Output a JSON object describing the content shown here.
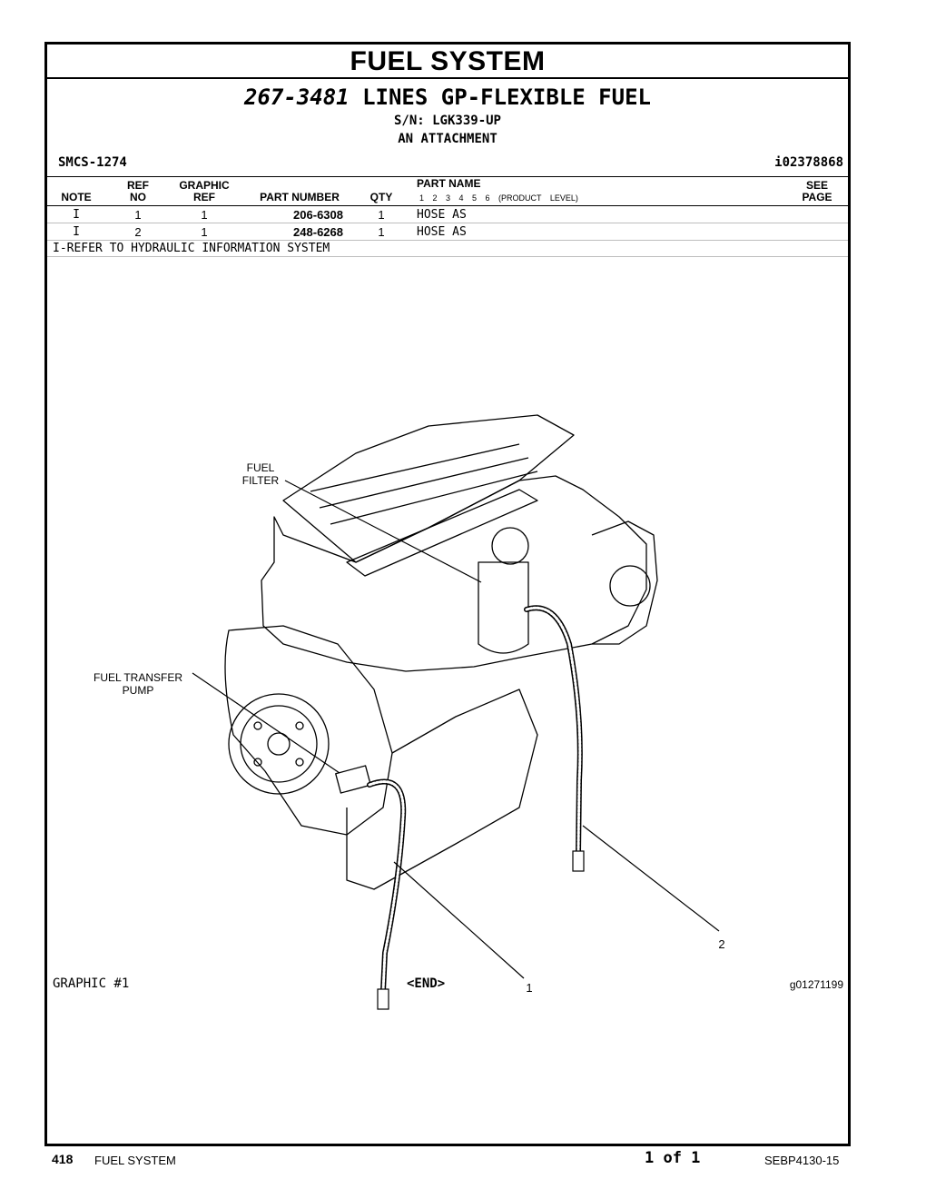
{
  "header": {
    "title": "FUEL SYSTEM",
    "group_number": "267-3481",
    "group_name": "LINES GP-FLEXIBLE FUEL",
    "serial": "S/N: LGK339-UP",
    "attachment": "AN ATTACHMENT",
    "smcs": "SMCS-1274",
    "ident": "i02378868"
  },
  "table": {
    "headers": {
      "note": "NOTE",
      "ref_top": "REF",
      "ref_bottom": "NO",
      "graphic_top": "GRAPHIC",
      "graphic_bottom": "REF",
      "part_number": "PART NUMBER",
      "qty": "QTY",
      "part_name": "PART NAME",
      "levels": "1 2 3 4 5 6 (PRODUCT LEVEL)",
      "see_top": "SEE",
      "see_bottom": "PAGE"
    },
    "rows": [
      {
        "note": "I",
        "ref_no": "1",
        "graphic_ref": "1",
        "part_number": "206-6308",
        "qty": "1",
        "part_name": "HOSE AS"
      },
      {
        "note": "I",
        "ref_no": "2",
        "graphic_ref": "1",
        "part_number": "248-6268",
        "qty": "1",
        "part_name": "HOSE AS"
      }
    ],
    "footnote": "I-REFER TO HYDRAULIC INFORMATION SYSTEM"
  },
  "graphic": {
    "labels": {
      "fuel_filter_1": "FUEL",
      "fuel_filter_2": "FILTER",
      "transfer_pump_1": "FUEL TRANSFER",
      "transfer_pump_2": "PUMP",
      "callout_1": "1",
      "callout_2": "2"
    },
    "caption": "GRAPHIC #1",
    "end_marker": "<END>",
    "graphic_id": "g01271199"
  },
  "footer": {
    "page_number": "418",
    "section": "FUEL SYSTEM",
    "page_of": "1 of 1",
    "doc_number": "SEBP4130-15"
  }
}
